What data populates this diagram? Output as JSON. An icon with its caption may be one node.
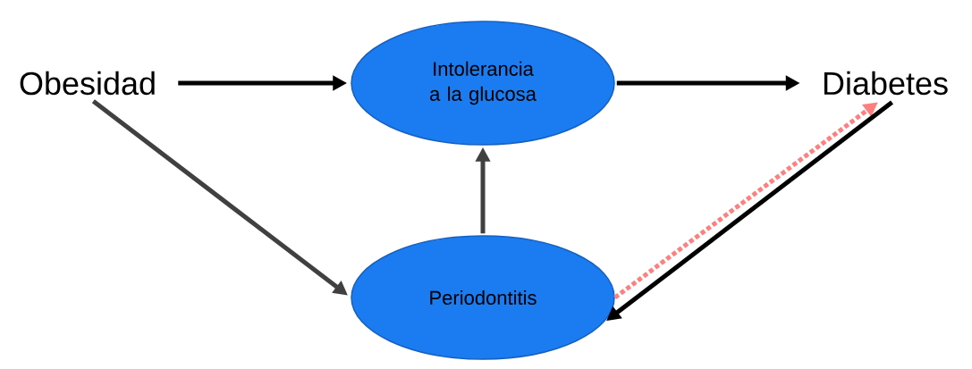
{
  "diagram": {
    "nodes": [
      {
        "text": [
          "Obesidad"
        ]
      },
      {
        "text": [
          "Intolerancia a la glucosa"
        ]
      },
      {
        "text": [
          "Diabetes"
        ]
      },
      {
        "text": [
          "Periodontitis"
        ]
      }
    ],
    "edges": [
      {
        "from": 0,
        "to": 1,
        "arrow": "to"
      },
      {
        "from": 1,
        "to": 2,
        "arrow": "to"
      },
      {
        "from": 0,
        "to": 3,
        "arrow": "to",
        "color": "#404040"
      },
      {
        "from": 3,
        "to": 1,
        "arrow": "to",
        "color": "#404040"
      },
      {
        "from": 3,
        "to": 2,
        "arrow": "to",
        "style": "dashed",
        "color": "#ff7f7f"
      },
      {
        "from": 2,
        "to": 3,
        "arrow": "to"
      }
    ]
  }
}
